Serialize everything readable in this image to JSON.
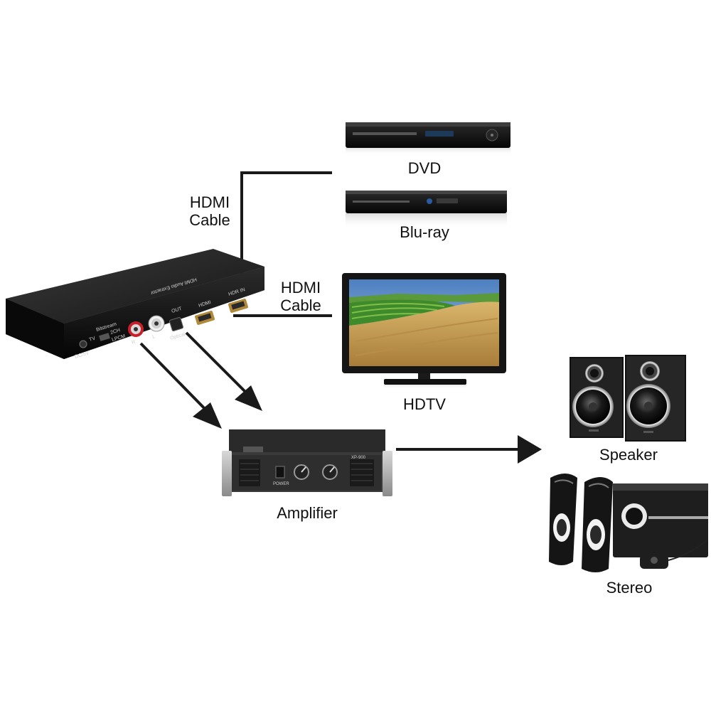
{
  "labels": {
    "dvd": "DVD",
    "bluray": "Blu-ray",
    "hdtv": "HDTV",
    "amplifier": "Amplifier",
    "speaker": "Speaker",
    "stereo": "Stereo",
    "hdmi_cable_top_line1": "HDMI",
    "hdmi_cable_top_line2": "Cable",
    "hdmi_cable_mid_line1": "HDMI",
    "hdmi_cable_mid_line2": "Cable"
  },
  "extractor": {
    "title": "HDMI Audio Extractor",
    "input_label": "HDR IN",
    "out_label": "OUT",
    "hdmi_port_label": "HDMI",
    "optical_label": "Optical",
    "bitstream_label": "Bitstream",
    "switch_left": "TV",
    "switch_right_top": "2CH",
    "switch_right_bottom": "LPCM",
    "power_label": "DC/5V",
    "r_label": "R",
    "l_label": "L"
  },
  "amplifier_unit": {
    "model": "XP-900",
    "power_label": "POWER"
  },
  "colors": {
    "device_dark": "#141414",
    "cable": "#1a1a1a",
    "rca_red": "#c8202a",
    "tv_sky": "#6f9fd0",
    "field_green": "#3f8a2a",
    "field_wheat": "#c9a45a"
  }
}
